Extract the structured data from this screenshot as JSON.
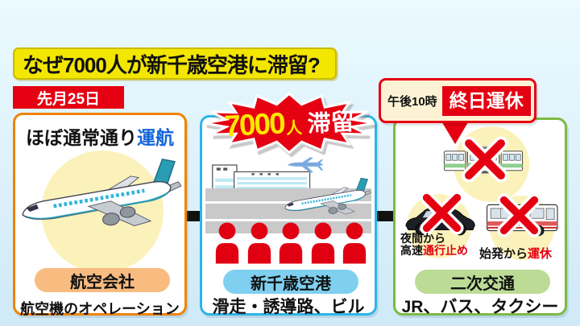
{
  "title": "なぜ7000人が新千歳空港に滞留?",
  "date_badge": "先月25日",
  "airline_panel": {
    "heading_normal": "ほぼ通常通り",
    "heading_accent": "運航",
    "pill": "航空会社",
    "caption": "航空機のオペレーション"
  },
  "airport_panel": {
    "burst_number": "7000",
    "burst_counter": "人",
    "burst_word": "滞留",
    "pill": "新千歳空港",
    "caption": "滑走・誘導路、ビル"
  },
  "transport_panel": {
    "bubble_time": "午後10時",
    "bubble_status": "終日運休",
    "taxi_note_line1": "夜間から",
    "taxi_note_line2_black": "高速",
    "taxi_note_line2_red": "通行止め",
    "bus_note_black": "始発から",
    "bus_note_red": "運休",
    "pill": "二次交通",
    "caption": "JR、バス、タクシー"
  },
  "colors": {
    "background_top": "#eafafe",
    "background_bottom": "#cfe9f7",
    "title_bg": "#f3e600",
    "red": "#e50012",
    "airline_border": "#f08300",
    "airport_border": "#2db5e7",
    "transport_border": "#7cba43",
    "airline_pill_bg": "#f8bc80",
    "airport_pill_bg": "#7fd0f0",
    "transport_pill_bg": "#bcdc96",
    "heading_accent_blue": "#1565d8",
    "burst_text_yellow": "#ffe600",
    "highlight_circle": "#fbf2bb"
  }
}
